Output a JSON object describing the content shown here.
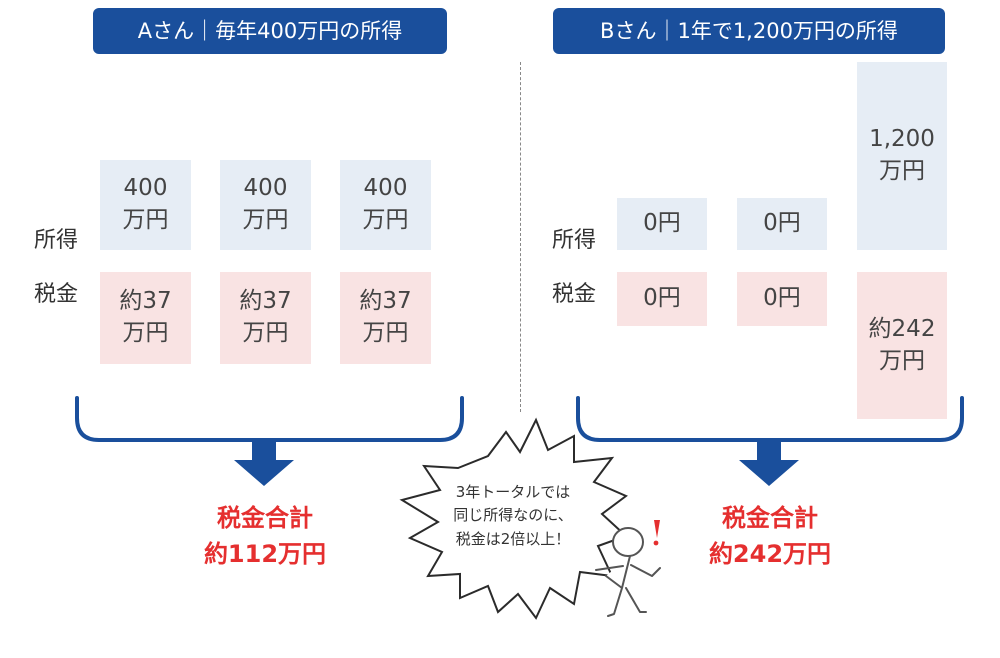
{
  "left": {
    "title": "Aさん｜毎年400万円の所得",
    "income_label": "所得",
    "tax_label": "税金",
    "income": [
      {
        "line1": "400",
        "line2": "万円"
      },
      {
        "line1": "400",
        "line2": "万円"
      },
      {
        "line1": "400",
        "line2": "万円"
      }
    ],
    "tax": [
      {
        "line1": "約37",
        "line2": "万円"
      },
      {
        "line1": "約37",
        "line2": "万円"
      },
      {
        "line1": "約37",
        "line2": "万円"
      }
    ],
    "total_line1": "税金合計",
    "total_line2": "約112万円"
  },
  "right": {
    "title": "Bさん｜1年で1,200万円の所得",
    "income_label": "所得",
    "tax_label": "税金",
    "income": [
      {
        "line1": "0円",
        "line2": ""
      },
      {
        "line1": "0円",
        "line2": ""
      },
      {
        "line1": "1,200",
        "line2": "万円"
      }
    ],
    "tax": [
      {
        "line1": "0円",
        "line2": ""
      },
      {
        "line1": "0円",
        "line2": ""
      },
      {
        "line1": "約242",
        "line2": "万円"
      }
    ],
    "total_line1": "税金合計",
    "total_line2": "約242万円"
  },
  "speech": {
    "line1": "3年トータルでは",
    "line2": "同じ所得なのに、",
    "line3": "税金は2倍以上！"
  },
  "colors": {
    "header_bg": "#1a4f9c",
    "bracket": "#1a4f9c",
    "income_box": "#e6edf5",
    "tax_box": "#f9e3e3",
    "total_text": "#e52f2f"
  },
  "icons": [
    "down-arrow-icon",
    "burst-bubble-icon",
    "surprised-person-icon",
    "exclamation-icon"
  ]
}
